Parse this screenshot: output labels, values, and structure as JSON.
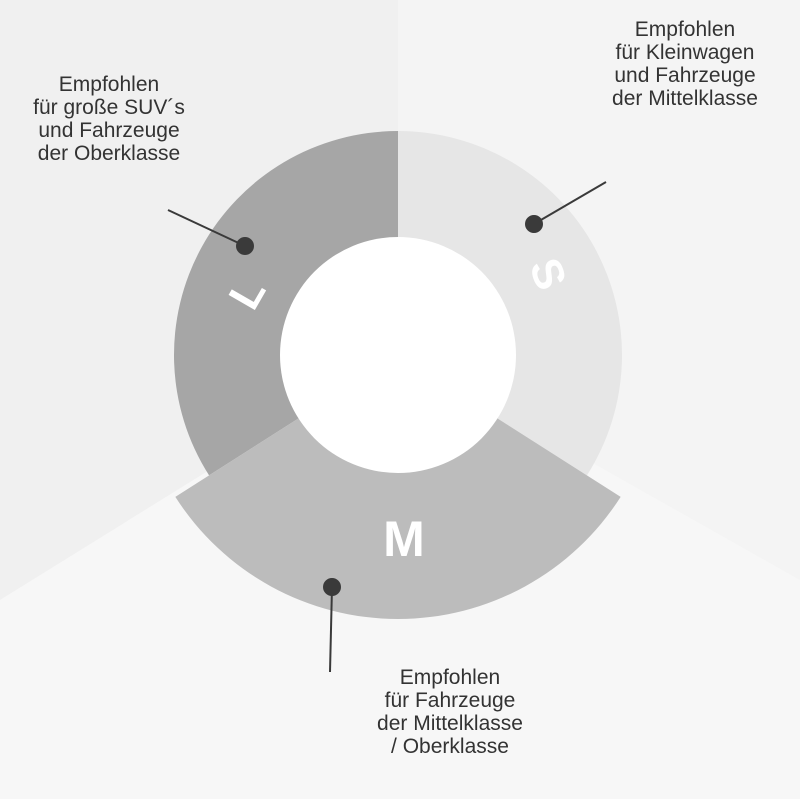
{
  "segments": [
    {
      "letter": "S",
      "color": "#e6e6e6",
      "lines": [
        "Empfohlen",
        "für Kleinwagen",
        "und Fahrzeuge",
        "der Mittelklasse"
      ]
    },
    {
      "letter": "M",
      "color": "#bcbcbc",
      "lines": [
        "Empfohlen",
        "für Fahrzeuge",
        "der Mittelklasse",
        "/ Oberklasse"
      ]
    },
    {
      "letter": "L",
      "color": "#a6a6a6",
      "lines": [
        "Empfohlen",
        "für große SUV´s",
        "und Fahrzeuge",
        "der Oberklasse"
      ]
    }
  ],
  "colors": {
    "bg_left": "#f0f0f0",
    "bg_right": "#f4f4f4",
    "bg_bottom": "#f7f7f7",
    "dot": "#3a3a3a",
    "center": "#ffffff"
  }
}
